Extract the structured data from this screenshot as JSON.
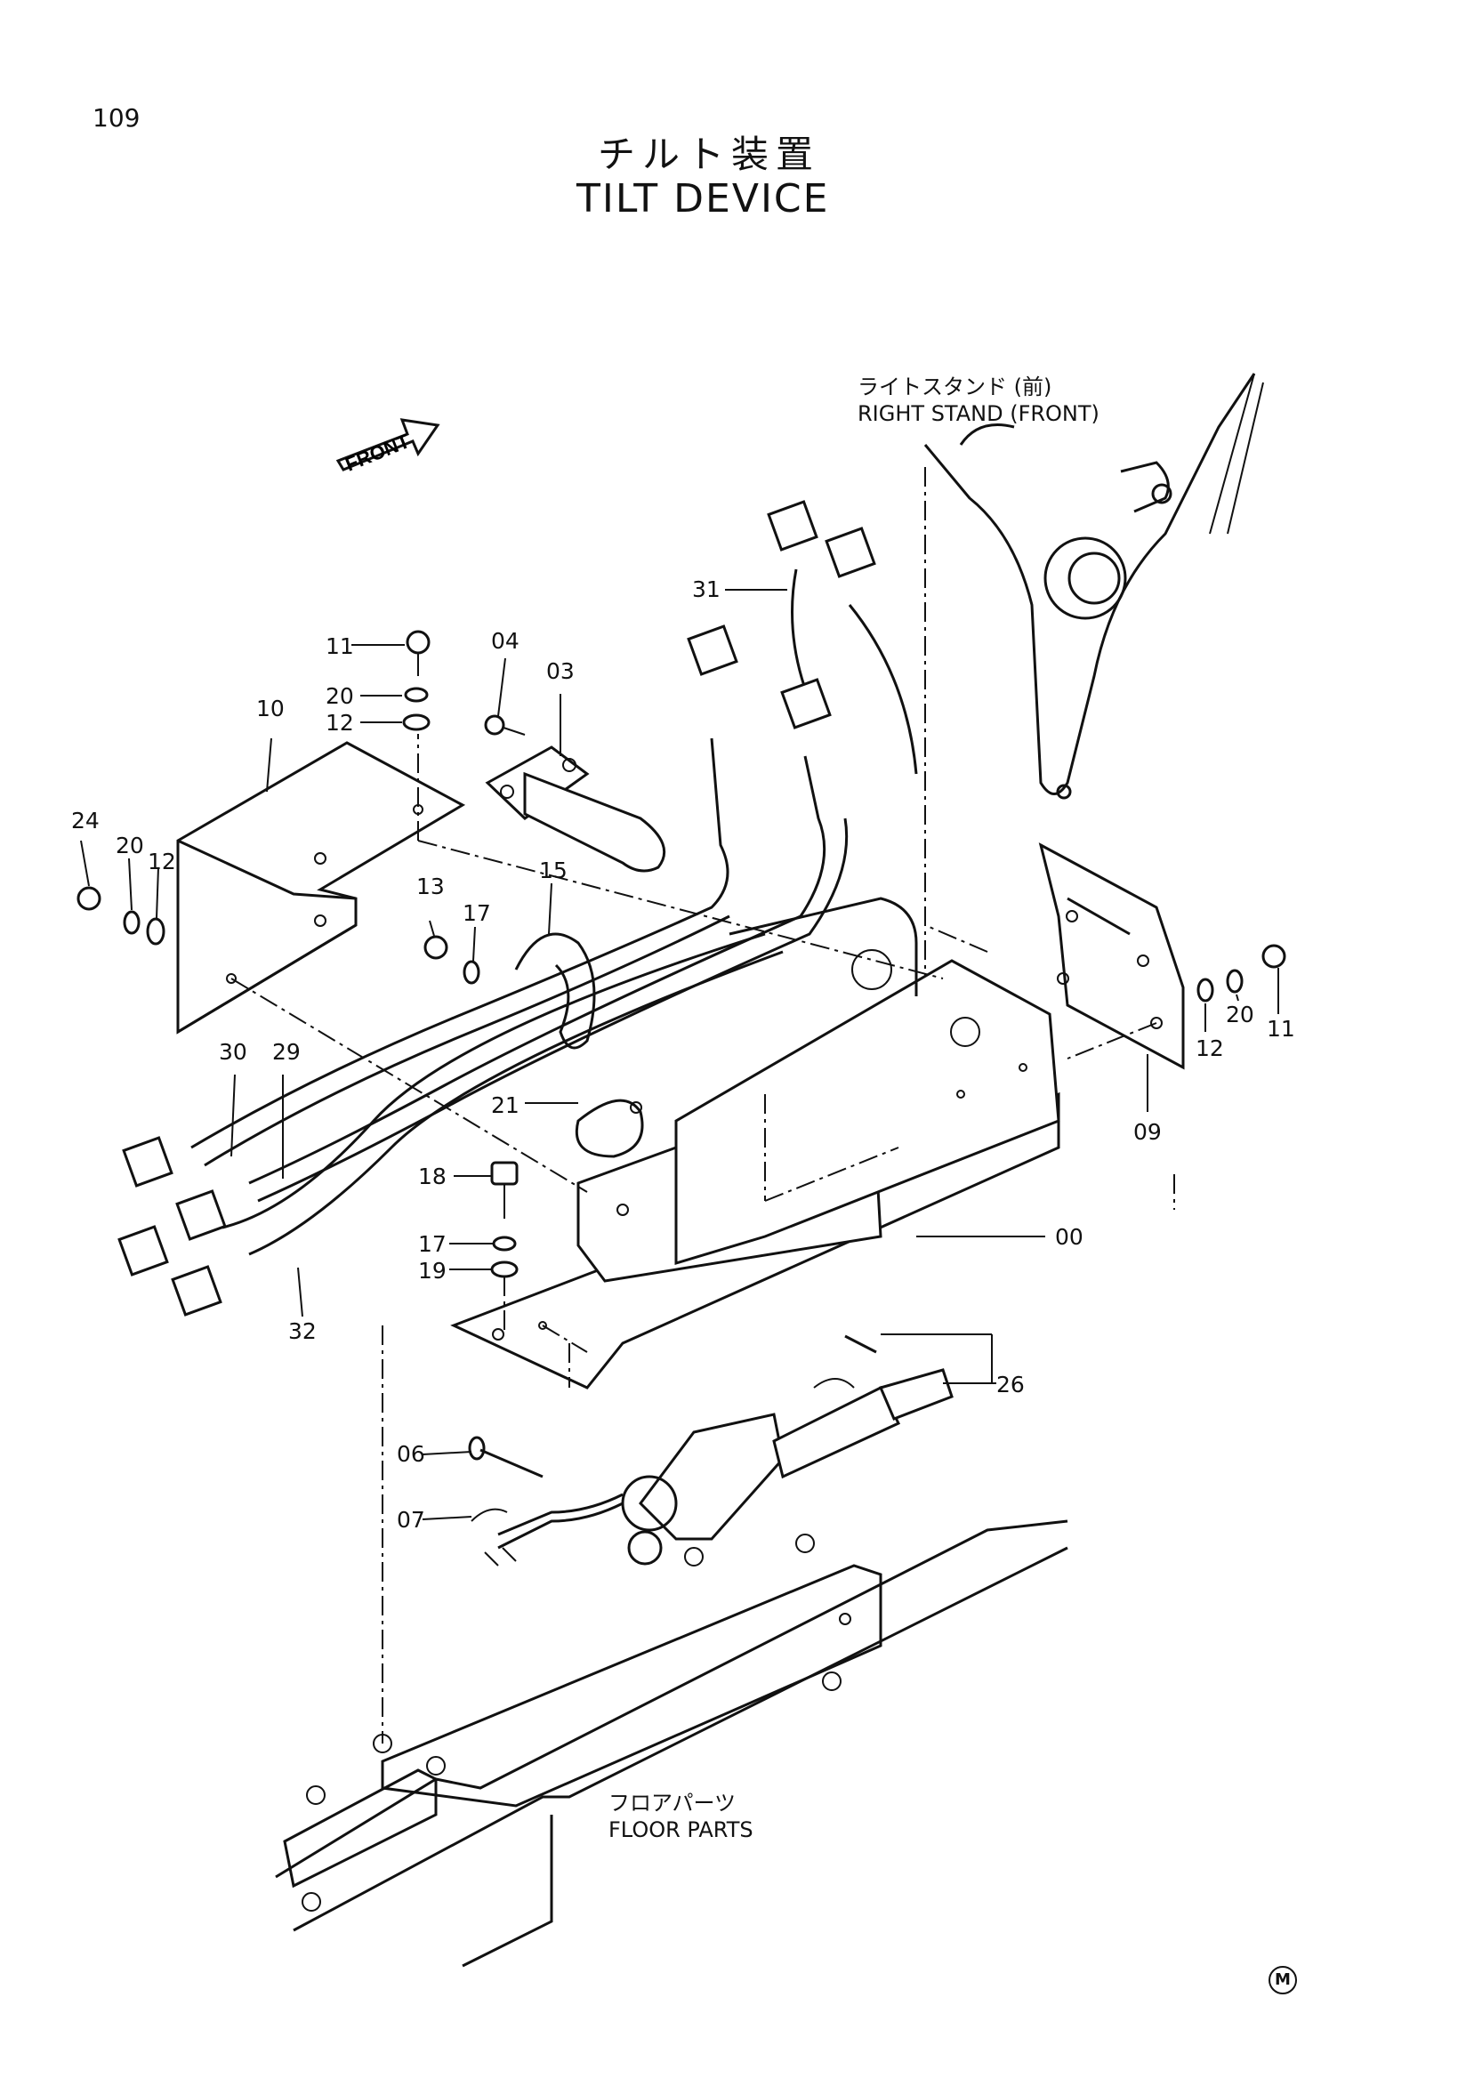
{
  "page_number": "109",
  "title_jp": "チルト装置",
  "title_en": "TILT DEVICE",
  "front_arrow_label": "FRONT",
  "right_stand": {
    "jp": "ライトスタンド (前)",
    "en": "RIGHT STAND (FRONT)"
  },
  "floor_parts": {
    "jp": "フロアパーツ",
    "en": "FLOOR PARTS"
  },
  "mark": "M",
  "callouts": {
    "c00": "00",
    "c03": "03",
    "c04": "04",
    "c06": "06",
    "c07": "07",
    "c09": "09",
    "c10": "10",
    "c11a": "11",
    "c11b": "11",
    "c12a": "12",
    "c12b": "12",
    "c12c": "12",
    "c13": "13",
    "c15": "15",
    "c17a": "17",
    "c17b": "17",
    "c18": "18",
    "c19": "19",
    "c20a": "20",
    "c20b": "20",
    "c20c": "20",
    "c21": "21",
    "c24": "24",
    "c26": "26",
    "c29": "29",
    "c30": "30",
    "c31": "31",
    "c32": "32"
  }
}
